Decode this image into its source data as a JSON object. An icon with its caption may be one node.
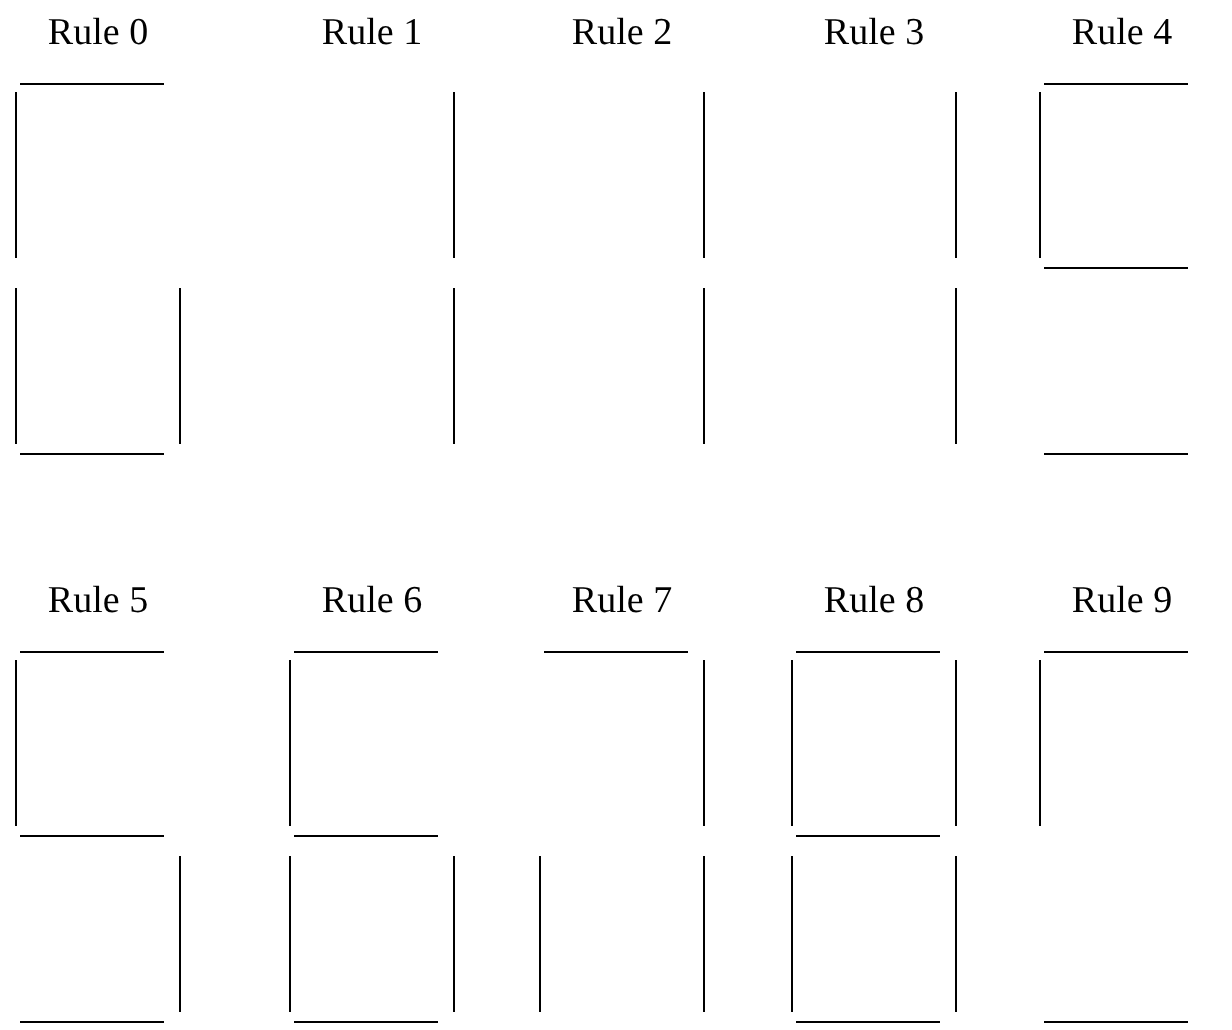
{
  "diagram": {
    "labels": [
      "Rule 0",
      "Rule 1",
      "Rule 2",
      "Rule 3",
      "Rule 4",
      "Rule 5",
      "Rule 6",
      "Rule 7",
      "Rule 8",
      "Rule 9"
    ]
  }
}
